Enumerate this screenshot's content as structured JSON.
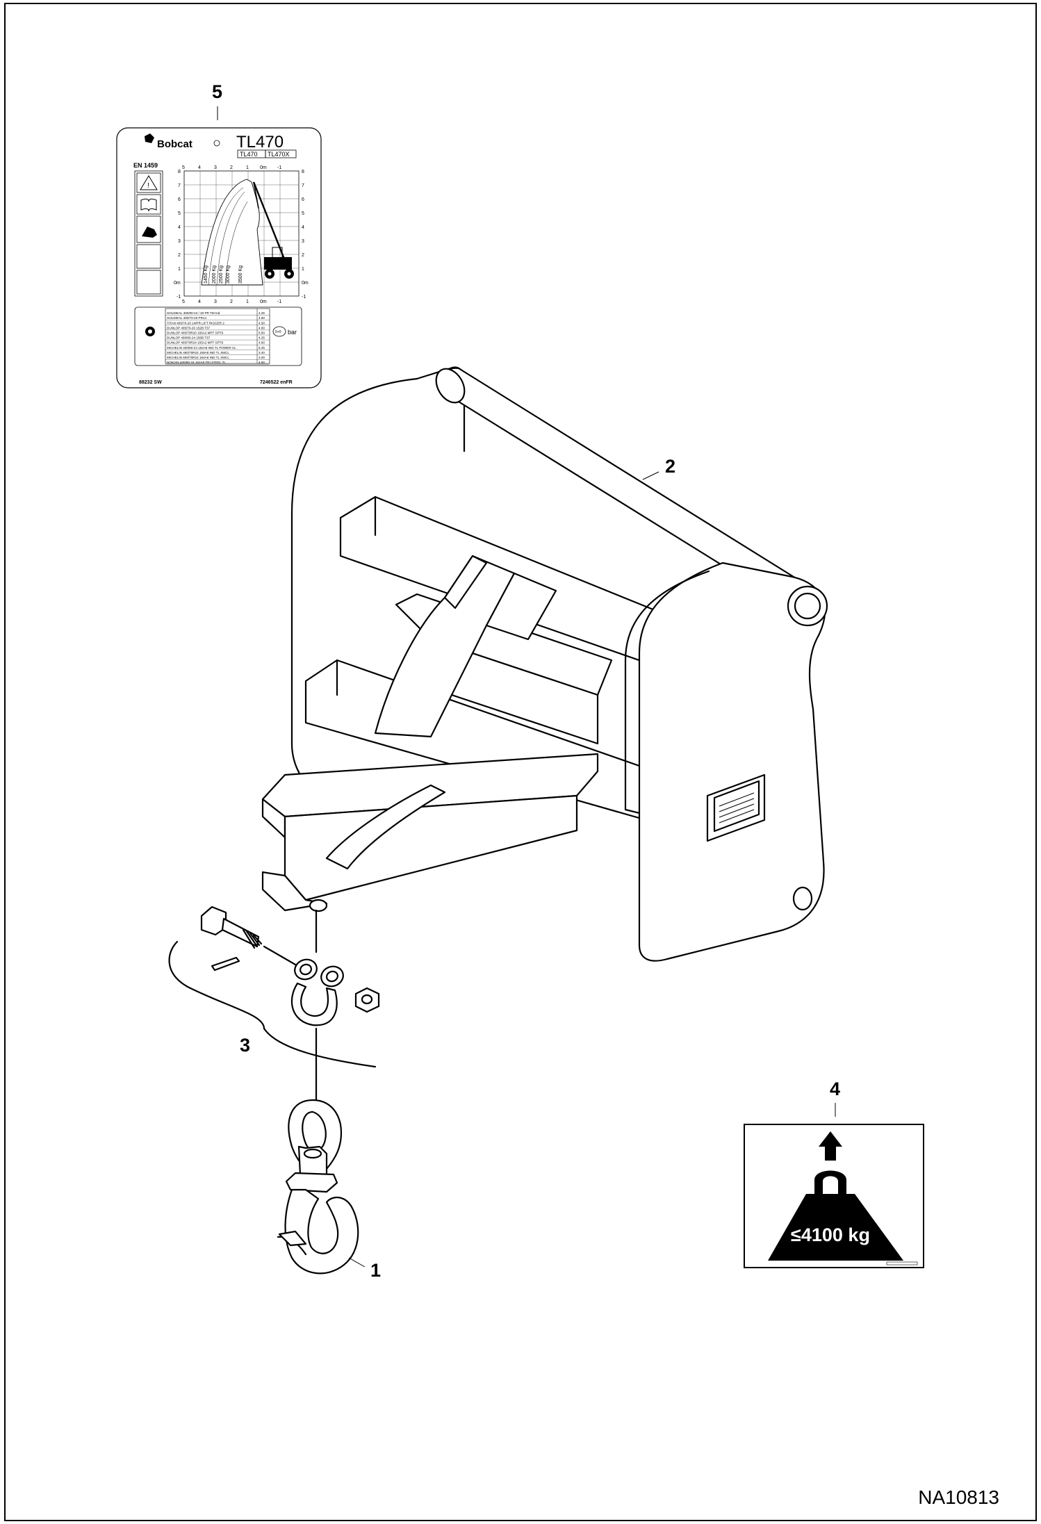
{
  "callouts": {
    "c1": "1",
    "c2": "2",
    "c3": "3",
    "c4": "4",
    "c5": "5"
  },
  "drawing_id": "NA10813",
  "load_label": {
    "brand": "Bobcat",
    "model": "TL470",
    "variants": [
      "TL470",
      "TL470X"
    ],
    "standard": "EN 1459",
    "y_axis": [
      "8",
      "7",
      "6",
      "5",
      "4",
      "3",
      "2",
      "1",
      "0m",
      "-1"
    ],
    "x_axis": [
      "5",
      "4",
      "3",
      "2",
      "1",
      "0m",
      "-1"
    ],
    "capacities": [
      "1450 Kg",
      "2000 Kg",
      "2500 Kg",
      "3000 Kg",
      "3500 Kg"
    ],
    "pressure_unit": "bar",
    "tyre_rows": [
      {
        "tyre": "SOLIDEAL 400/80-24 / 20 PR  TM Ind.",
        "pressure": "4.25"
      },
      {
        "tyre": "SOLIDEAL 400/70-20  PR14",
        "pressure": "4.50"
      },
      {
        "tyre": "TITAN   405/70-20 14/PR  LIFT RIGGER 2",
        "pressure": "4.50"
      },
      {
        "tyre": "DUNLOP  405/70-20  152B  T37",
        "pressure": "4.60"
      },
      {
        "tyre": "DUNLOP  405/70R20 155A2  MPT SPT9",
        "pressure": "5.50"
      },
      {
        "tyre": "DUNLOP  400/80-24  156B  T37",
        "pressure": "4.25"
      },
      {
        "tyre": "DUNLOP  405/70R24 155A2  MPT SPT9",
        "pressure": "4.60"
      },
      {
        "tyre": "MICHELIN 400/80-24  162A8  IND TL POWER CL",
        "pressure": "6.25"
      },
      {
        "tyre": "MICHELIN 460/70R24 159A8  IND TL XMCL",
        "pressure": "3.40"
      },
      {
        "tyre": "MICHELIN 500/70R24 164A8  IND TL XMCL",
        "pressure": "3.00"
      },
      {
        "tyre": "NOKIAN  400/80-24 162A8  TRI STEEL TL",
        "pressure": "4.00"
      }
    ],
    "part_left": "88232 SW",
    "part_right": "7246522 enFR"
  },
  "weight_decal": {
    "text": "≤4100 kg"
  }
}
